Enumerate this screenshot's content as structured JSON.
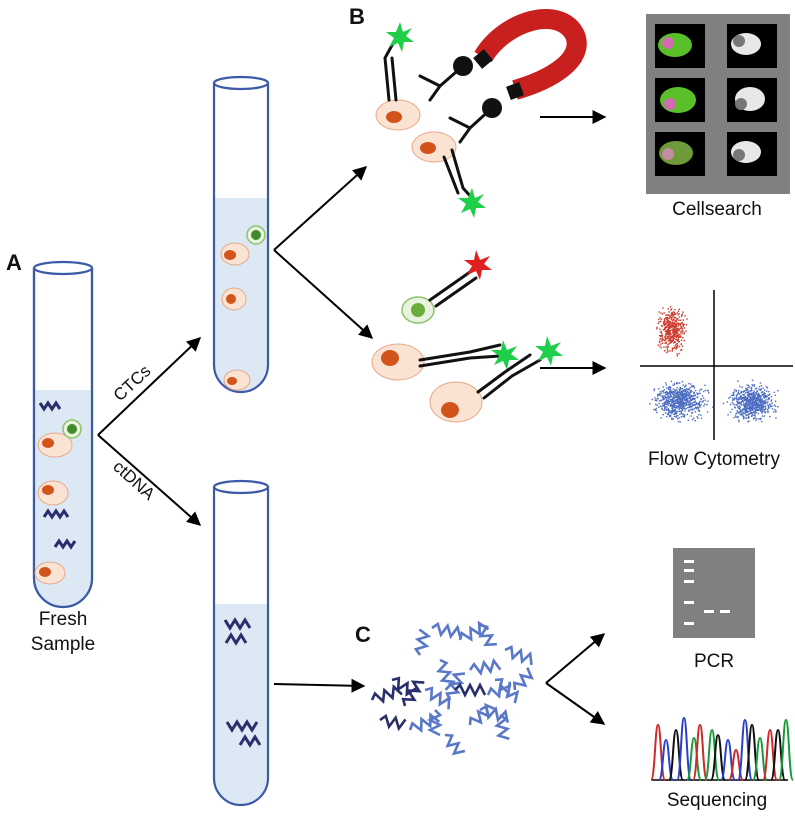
{
  "panels": {
    "a": "A",
    "b": "B",
    "c": "C"
  },
  "labels": {
    "fresh_sample_line1": "Fresh",
    "fresh_sample_line2": "Sample",
    "ctcs": "CTCs",
    "ctdna": "ctDNA",
    "cellsearch": "Cellsearch",
    "flow_cytometry": "Flow Cytometry",
    "pcr": "PCR",
    "sequencing": "Sequencing"
  },
  "colors": {
    "tube_outline": "#3d5aa8",
    "plasma": "#dde8f5",
    "cell_body": "#fbe3d3",
    "cell_nucleus": "#d2541a",
    "leukocyte": "#8cc26a",
    "dna_dark": "#2a2f6b",
    "dna_light": "#5a78c8",
    "magnet": "#c8201e",
    "fluor_green": "#1fcf4a",
    "fluor_red": "#e0201e",
    "gel_gray": "#808080",
    "flow_red": "#cc3a2a",
    "flow_blue": "#4a6cc0"
  }
}
